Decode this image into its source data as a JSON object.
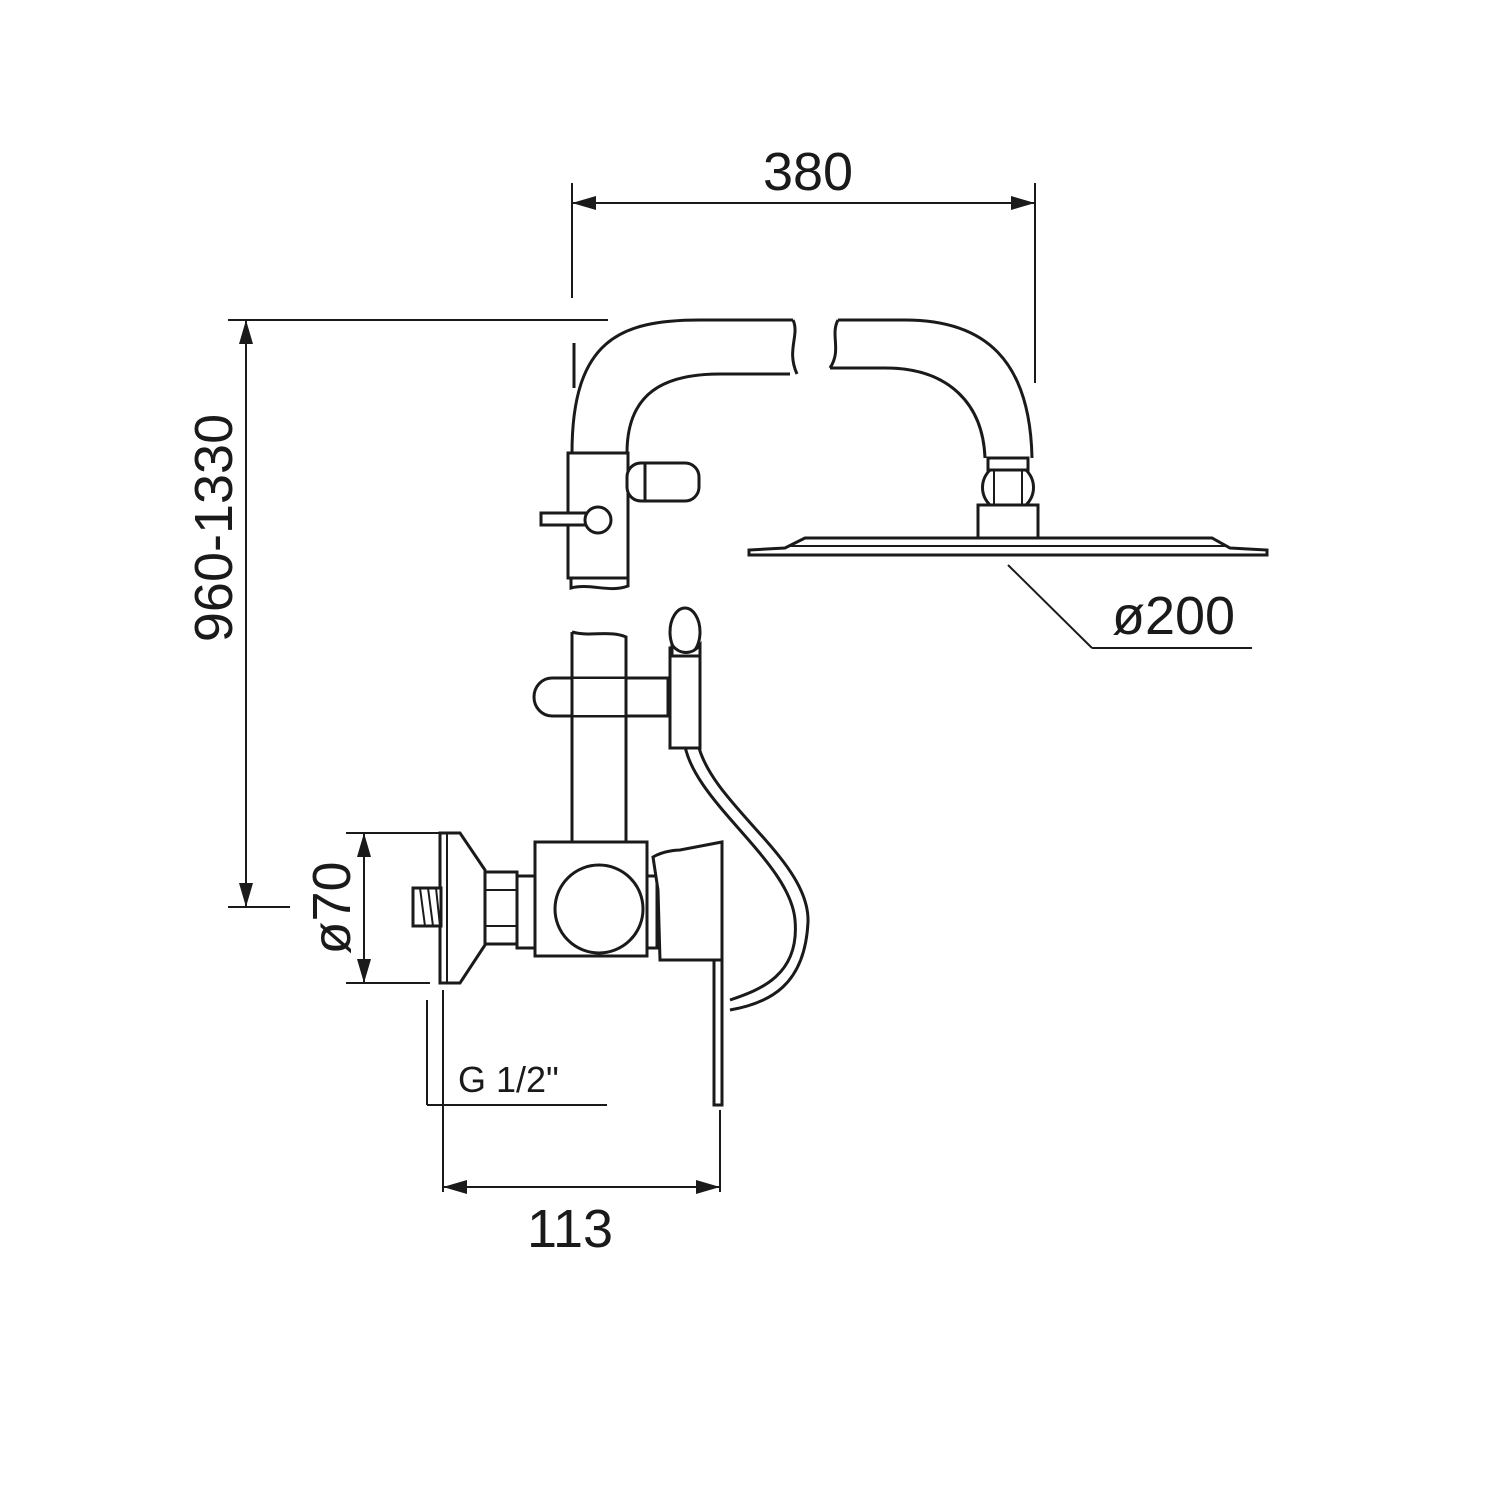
{
  "dimensions": {
    "arm_length": "380",
    "height_range": "960-1330",
    "head_diameter": "ø200",
    "flange_diameter": "ø70",
    "thread": "G 1/2\"",
    "mixer_depth": "113"
  },
  "colors": {
    "line": "#1a1a1a",
    "background": "#ffffff"
  }
}
